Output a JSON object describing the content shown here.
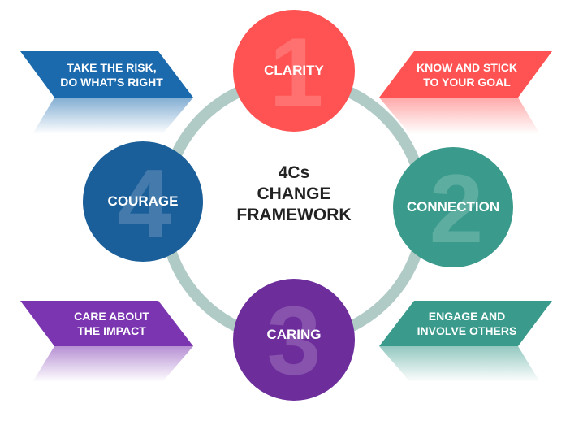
{
  "title": {
    "line1": "4Cs",
    "line2": "CHANGE",
    "line3": "FRAMEWORK"
  },
  "colors": {
    "clarity": "#ff5252",
    "connection": "#3a9b8c",
    "caring": "#6d2e9c",
    "courage": "#1b5f9a",
    "ring": "#b0cbc6",
    "banner_blue": "#1b6aad",
    "banner_red": "#ff5252",
    "banner_purple": "#7b35b0",
    "banner_teal": "#3a9b8c"
  },
  "circles": [
    {
      "number": "1",
      "label": "CLARITY"
    },
    {
      "number": "2",
      "label": "CONNECTION"
    },
    {
      "number": "3",
      "label": "CARING"
    },
    {
      "number": "4",
      "label": "COURAGE"
    }
  ],
  "banners": [
    {
      "line1": "TAKE THE RISK,",
      "line2": "DO WHAT’S RIGHT"
    },
    {
      "line1": "KNOW AND STICK",
      "line2": "TO YOUR GOAL"
    },
    {
      "line1": "CARE ABOUT",
      "line2": "THE IMPACT"
    },
    {
      "line1": "ENGAGE AND",
      "line2": "INVOLVE OTHERS"
    }
  ]
}
